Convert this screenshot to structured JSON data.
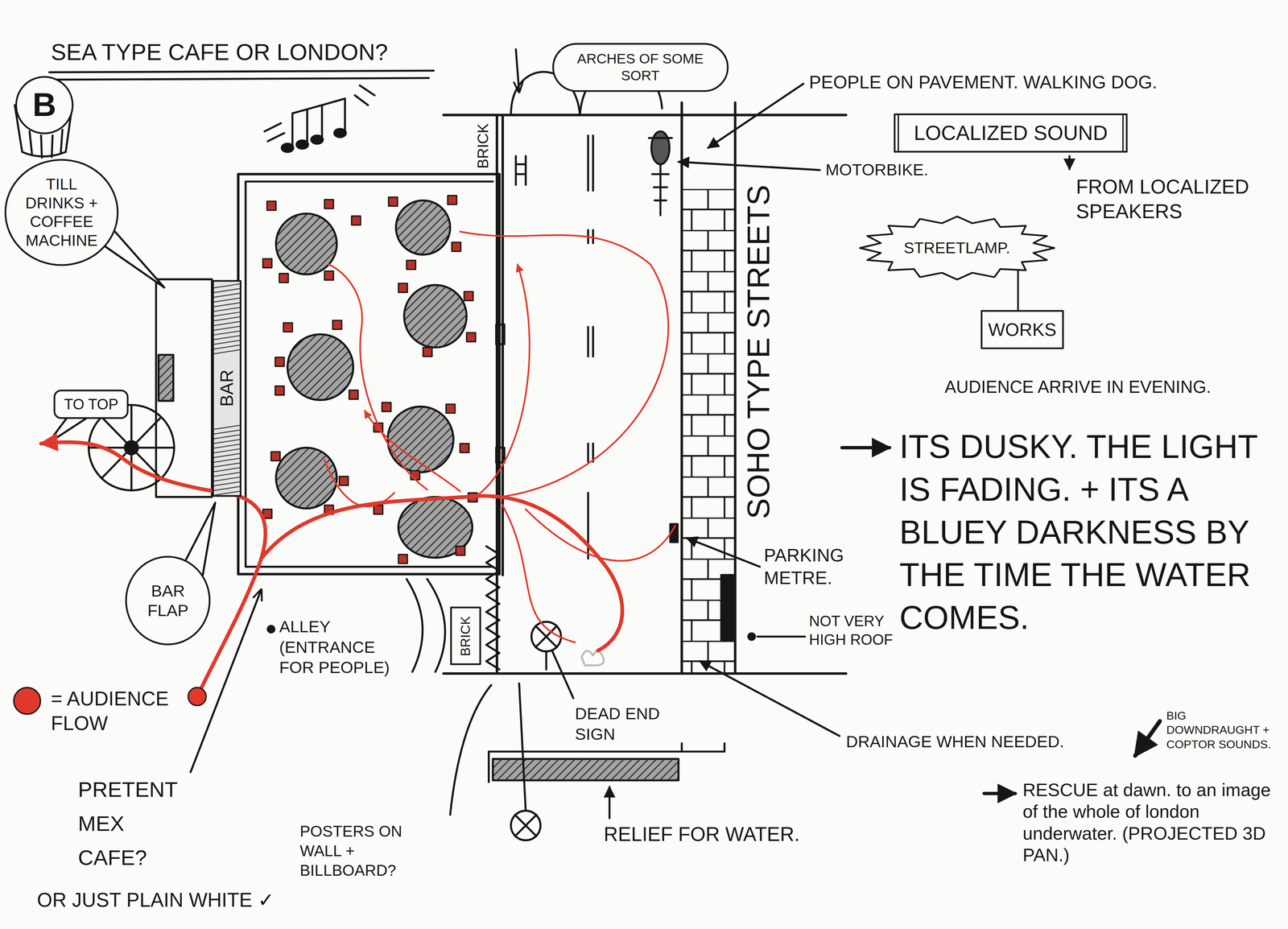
{
  "diagram": {
    "title": "SEA TYPE CAFE OR LONDON?",
    "nodes": [
      {
        "text": [
          "B"
        ]
      },
      {
        "text": [
          "ARCHES OF SOME SORT"
        ]
      },
      {
        "text": [
          "LOCALIZED SOUND"
        ]
      },
      {
        "text": [
          "TILL DRINKS + COFFEE MACHINE"
        ]
      },
      {
        "text": [
          "STREETLAMP."
        ]
      },
      {
        "text": [
          "WORKS"
        ]
      },
      {
        "text": [
          "BAR"
        ]
      },
      {
        "text": [
          "TO TOP"
        ]
      },
      {
        "text": [
          "BAR FLAP"
        ]
      },
      {
        "text": [
          "BRICK"
        ]
      }
    ],
    "edges": [
      {
        "from": 4,
        "to": 5,
        "arrow": "none"
      }
    ],
    "labels": [
      "BRICK",
      "PEOPLE ON PAVEMENT. WALKING DOG.",
      "MOTORBIKE.",
      "FROM LOCALIZED SPEAKERS",
      "SOHO TYPE STREETS",
      "AUDIENCE ARRIVE IN EVENING.",
      "ITS DUSKY. THE LIGHT IS FADING. + ITS A BLUEY DARKNESS BY THE TIME THE WATER COMES.",
      "PARKING METRE.",
      "ALLEY (ENTRANCE FOR PEOPLE)",
      "NOT VERY HIGH ROOF",
      "DEAD END SIGN",
      "DRAINAGE WHEN NEEDED.",
      "BIG DOWNDRAUGHT + COPTOR SOUNDS.",
      "PRETENT MEX CAFE?",
      "POSTERS ON WALL + BILLBOARD?",
      "RELIEF FOR WATER.",
      "RESCUE at dawn. to an image of the whole of london underwater. (PROJECTED 3D PAN.)",
      "OR JUST PLAIN WHITE ✓"
    ],
    "legend": [
      {
        "text": "= AUDIENCE FLOW",
        "color": "#e0392b"
      }
    ]
  }
}
